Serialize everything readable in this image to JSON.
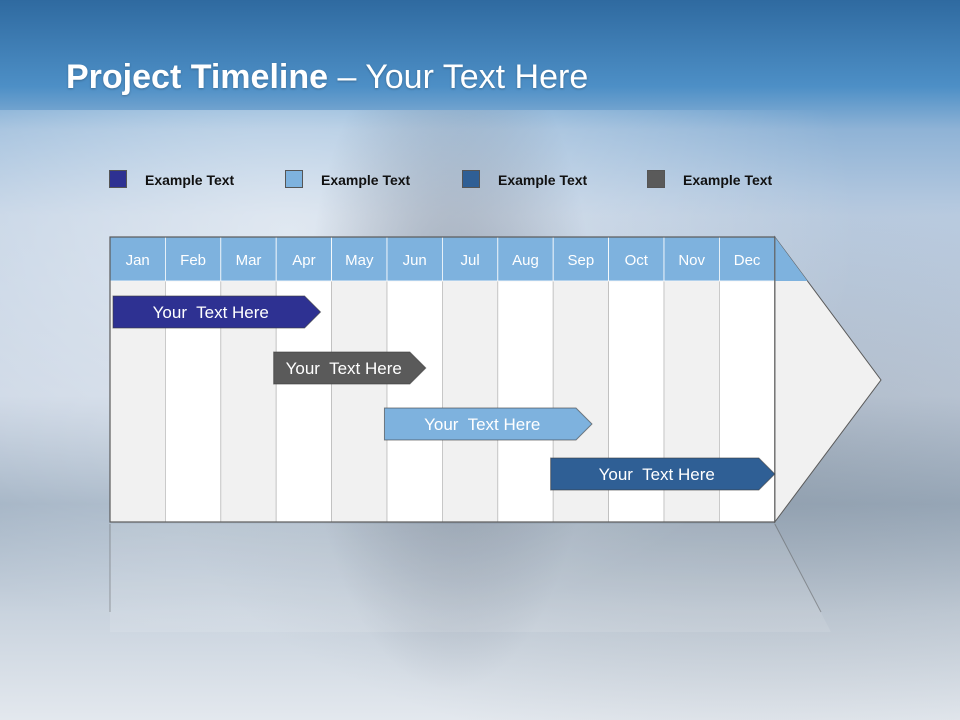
{
  "title": {
    "bold": "Project Timeline",
    "rest": " – Your Text Here"
  },
  "legend": [
    {
      "label": "Example Text",
      "color": "#2e3192"
    },
    {
      "label": "Example Text",
      "color": "#7eb2de"
    },
    {
      "label": "Example Text",
      "color": "#2f5f95"
    },
    {
      "label": "Example Text",
      "color": "#5a5a5a"
    }
  ],
  "months": [
    "Jan",
    "Feb",
    "Mar",
    "Apr",
    "May",
    "Jun",
    "Jul",
    "Aug",
    "Sep",
    "Oct",
    "Nov",
    "Dec"
  ],
  "tasks": [
    {
      "label": "Your  Text Here",
      "start": 0.0,
      "end": 3.8,
      "color": "#2e3192"
    },
    {
      "label": "Your  Text Here",
      "start": 2.9,
      "end": 5.7,
      "color": "#5a5a5a"
    },
    {
      "label": "Your  Text Here",
      "start": 4.9,
      "end": 8.7,
      "color": "#7eb2de"
    },
    {
      "label": "Your  Text Here",
      "start": 7.9,
      "end": 12.0,
      "color": "#2f5f95"
    }
  ],
  "colors": {
    "header": "#7eb2de",
    "col_odd": "#f1f1f1",
    "col_even": "#ffffff",
    "border": "#5a5a5a"
  }
}
